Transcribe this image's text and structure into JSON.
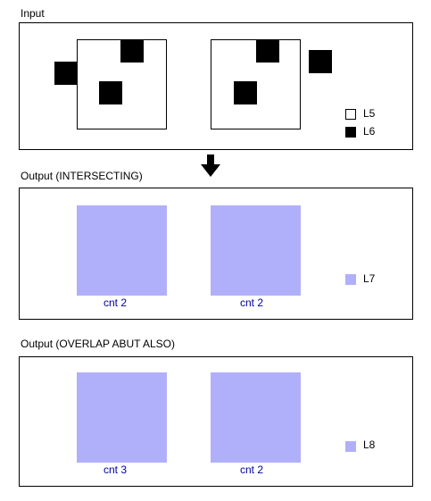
{
  "input": {
    "title": "Input",
    "legend": [
      {
        "label": "L5",
        "fill": "#ffffff"
      },
      {
        "label": "L6",
        "fill": "#000000"
      }
    ]
  },
  "intersecting": {
    "title": "Output (INTERSECTING)",
    "counts": [
      "cnt 2",
      "cnt 2"
    ],
    "legend_label": "L7"
  },
  "overlap_abut": {
    "title": "Output (OVERLAP ABUT ALSO)",
    "counts": [
      "cnt 3",
      "cnt 2"
    ],
    "legend_label": "L8"
  },
  "colors": {
    "result_fill": "#b0b0fa",
    "count_text": "#0000a0"
  }
}
